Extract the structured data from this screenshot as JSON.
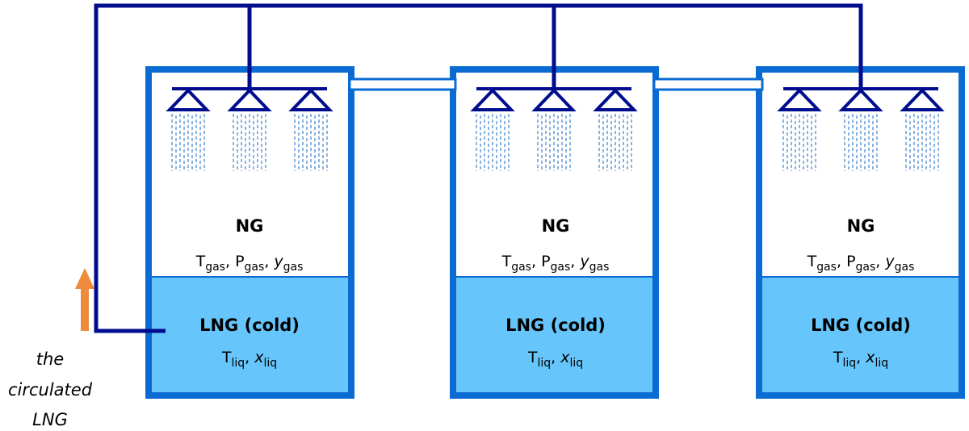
{
  "colors": {
    "tank_wall": "#0A6BD3",
    "liquid": "#66C6FB",
    "pipe": "#000C8E",
    "nozzle": "#000C8E",
    "spray": "#4D8CD0",
    "arrow": "#EE8A3C"
  },
  "tanks": [
    {
      "gas_label": "NG",
      "liquid_label": "LNG (cold)",
      "gas_props": [
        {
          "t": "T",
          "s": "gas"
        },
        {
          "t": "P",
          "s": "gas"
        },
        {
          "t": "y",
          "s": "gas"
        }
      ],
      "liq_props": [
        {
          "t": "T",
          "s": "liq"
        },
        {
          "t": "x",
          "s": "liq"
        }
      ]
    },
    {
      "gas_label": "NG",
      "liquid_label": "LNG (cold)",
      "gas_props": [
        {
          "t": "T",
          "s": "gas"
        },
        {
          "t": "P",
          "s": "gas"
        },
        {
          "t": "y",
          "s": "gas"
        }
      ],
      "liq_props": [
        {
          "t": "T",
          "s": "liq"
        },
        {
          "t": "x",
          "s": "liq"
        }
      ]
    },
    {
      "gas_label": "NG",
      "liquid_label": "LNG (cold)",
      "gas_props": [
        {
          "t": "T",
          "s": "gas"
        },
        {
          "t": "P",
          "s": "gas"
        },
        {
          "t": "y",
          "s": "gas"
        }
      ],
      "liq_props": [
        {
          "t": "T",
          "s": "liq"
        },
        {
          "t": "x",
          "s": "liq"
        }
      ]
    }
  ],
  "caption": {
    "line1": "the",
    "line2": "circulated",
    "line3": "LNG"
  },
  "icons": {
    "flow_arrow": "up-arrow-icon",
    "nozzle": "spray-nozzle-icon"
  }
}
